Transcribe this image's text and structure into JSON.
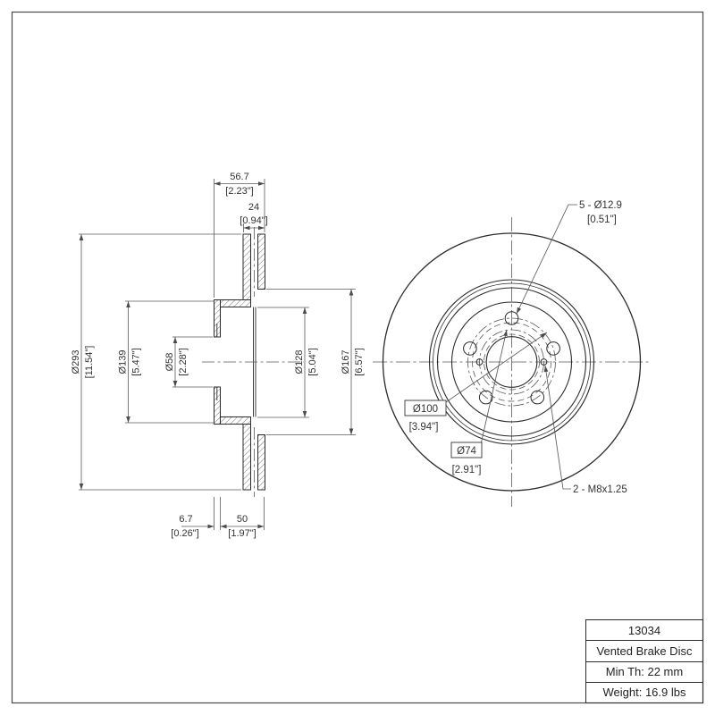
{
  "page": {
    "background": "#ffffff",
    "border_color": "#4a4a4a"
  },
  "drawing": {
    "line_color": "#2b2b2b",
    "dim_color": "#5a5a5a",
    "section_view": {
      "dims": {
        "overall_width": {
          "mm": "56.7",
          "inch": "[2.23\"]"
        },
        "disc_thickness": {
          "mm": "24",
          "inch": "[0.94\"]"
        },
        "outer_diameter": {
          "mm": "Ø293",
          "inch": "[11.54\"]"
        },
        "hat_diameter": {
          "mm": "Ø139",
          "inch": "[5.47\"]"
        },
        "center_bore": {
          "mm": "Ø58",
          "inch": "[2.28\"]"
        },
        "inner_diameter": {
          "mm": "Ø128",
          "inch": "[5.04\"]"
        },
        "friction_inner_diameter": {
          "mm": "Ø167",
          "inch": "[6.57\"]"
        },
        "flange_thickness": {
          "mm": "6.7",
          "inch": "[0.26\"]"
        },
        "hat_depth": {
          "mm": "50",
          "inch": "[1.97\"]"
        }
      }
    },
    "front_view": {
      "labels": {
        "bolt_holes": {
          "line1": "5 - Ø12.9",
          "line2": "[0.51\"]"
        },
        "bolt_circle": {
          "mm": "Ø100",
          "inch": "[3.94\"]"
        },
        "access_hole_circle": {
          "mm": "Ø74",
          "inch": "[2.91\"]"
        },
        "thread_holes": "2 - M8x1.25"
      }
    }
  },
  "info_table": {
    "rows": [
      {
        "label": "13034"
      },
      {
        "label": "Vented Brake Disc"
      },
      {
        "label": "Min Th: 22 mm"
      },
      {
        "label": "Weight: 16.9 lbs"
      }
    ]
  }
}
